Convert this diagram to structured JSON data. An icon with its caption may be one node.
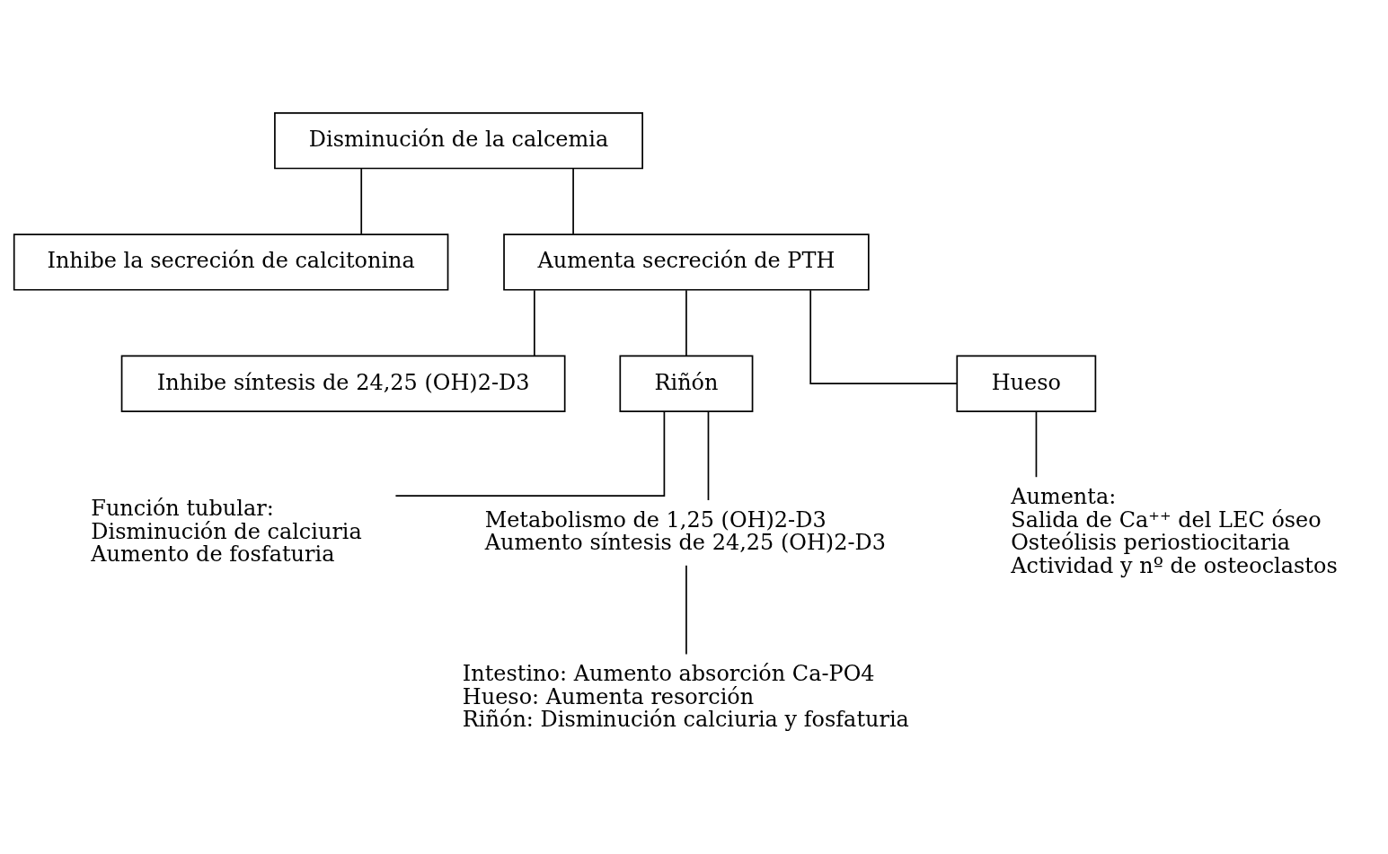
{
  "diagram": {
    "nodes": [
      {
        "text": [
          "Disminución de la calcemia"
        ]
      },
      {
        "text": [
          "Inhibe la secreción de calcitonina"
        ]
      },
      {
        "text": [
          "Aumenta secreción de PTH"
        ]
      },
      {
        "text": [
          "Inhibe síntesis de 24,25 (OH)2-D3"
        ]
      },
      {
        "text": [
          "Riñón"
        ]
      },
      {
        "text": [
          "Hueso"
        ]
      },
      {
        "text": [
          "Función tubular:",
          "Disminución de calciuria",
          "Aumento de fosfaturia"
        ]
      },
      {
        "text": [
          "Metabolismo de 1,25 (OH)2-D3",
          "Aumento síntesis de 24,25 (OH)2-D3"
        ]
      },
      {
        "text": [
          "Aumenta:",
          "Salida de Ca⁺⁺ del LEC óseo",
          "Osteólisis periostiocitaria",
          "Actividad y nº de osteoclastos"
        ]
      },
      {
        "text": [
          "Intestino: Aumento absorción Ca-PO4",
          "Hueso: Aumenta resorción",
          "Riñón: Disminución calciuria y fosfaturia"
        ]
      }
    ],
    "edges": [
      {
        "from": 0,
        "to": 1,
        "arrow": "none"
      },
      {
        "from": 0,
        "to": 2,
        "arrow": "none"
      },
      {
        "from": 2,
        "to": 3,
        "arrow": "none"
      },
      {
        "from": 2,
        "to": 4,
        "arrow": "none"
      },
      {
        "from": 2,
        "to": 5,
        "arrow": "none"
      },
      {
        "from": 4,
        "to": 6,
        "arrow": "none"
      },
      {
        "from": 4,
        "to": 7,
        "arrow": "none"
      },
      {
        "from": 5,
        "to": 8,
        "arrow": "none"
      },
      {
        "from": 7,
        "to": 9,
        "arrow": "none"
      }
    ]
  }
}
